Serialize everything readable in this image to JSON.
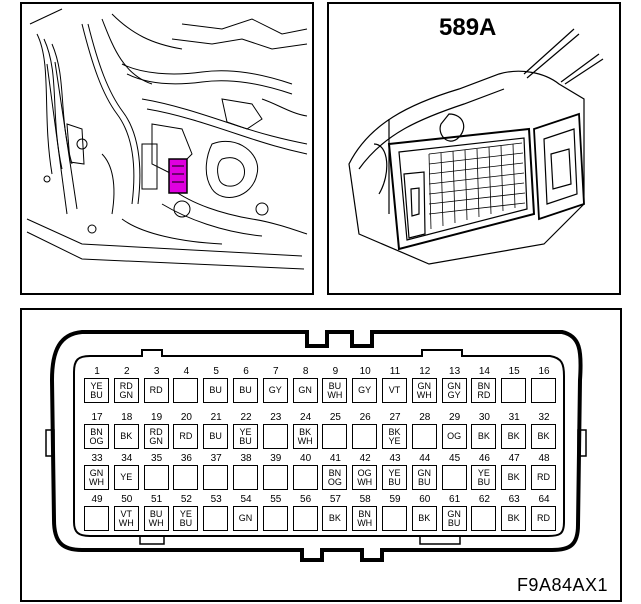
{
  "connector_title": "589A",
  "figure_code": "F9A84AX1",
  "highlight_color": "#e000e0",
  "rows": [
    {
      "pins": [
        {
          "num": "1",
          "wire": [
            "YE",
            "BU"
          ]
        },
        {
          "num": "2",
          "wire": [
            "RD",
            "GN"
          ]
        },
        {
          "num": "3",
          "wire": [
            "RD"
          ]
        },
        {
          "num": "4",
          "wire": []
        },
        {
          "num": "5",
          "wire": [
            "BU"
          ]
        },
        {
          "num": "6",
          "wire": [
            "BU"
          ]
        },
        {
          "num": "7",
          "wire": [
            "GY"
          ]
        },
        {
          "num": "8",
          "wire": [
            "GN"
          ]
        },
        {
          "num": "9",
          "wire": [
            "BU",
            "WH"
          ]
        },
        {
          "num": "10",
          "wire": [
            "GY"
          ]
        },
        {
          "num": "11",
          "wire": [
            "VT"
          ]
        },
        {
          "num": "12",
          "wire": [
            "GN",
            "WH"
          ]
        },
        {
          "num": "13",
          "wire": [
            "GN",
            "GY"
          ]
        },
        {
          "num": "14",
          "wire": [
            "BN",
            "RD"
          ]
        },
        {
          "num": "15",
          "wire": []
        },
        {
          "num": "16",
          "wire": []
        }
      ]
    },
    {
      "pins": [
        {
          "num": "17",
          "wire": [
            "BN",
            "OG"
          ]
        },
        {
          "num": "18",
          "wire": [
            "BK"
          ]
        },
        {
          "num": "19",
          "wire": [
            "RD",
            "GN"
          ]
        },
        {
          "num": "20",
          "wire": [
            "RD"
          ]
        },
        {
          "num": "21",
          "wire": [
            "BU"
          ]
        },
        {
          "num": "22",
          "wire": [
            "YE",
            "BU"
          ]
        },
        {
          "num": "23",
          "wire": []
        },
        {
          "num": "24",
          "wire": [
            "BK",
            "WH"
          ]
        },
        {
          "num": "25",
          "wire": []
        },
        {
          "num": "26",
          "wire": []
        },
        {
          "num": "27",
          "wire": [
            "BK",
            "YE"
          ]
        },
        {
          "num": "28",
          "wire": []
        },
        {
          "num": "29",
          "wire": [
            "OG"
          ]
        },
        {
          "num": "30",
          "wire": [
            "BK"
          ]
        },
        {
          "num": "31",
          "wire": [
            "BK"
          ]
        },
        {
          "num": "32",
          "wire": [
            "BK"
          ]
        }
      ]
    },
    {
      "pins": [
        {
          "num": "33",
          "wire": [
            "GN",
            "WH"
          ]
        },
        {
          "num": "34",
          "wire": [
            "YE"
          ]
        },
        {
          "num": "35",
          "wire": []
        },
        {
          "num": "36",
          "wire": []
        },
        {
          "num": "37",
          "wire": []
        },
        {
          "num": "38",
          "wire": []
        },
        {
          "num": "39",
          "wire": []
        },
        {
          "num": "40",
          "wire": []
        },
        {
          "num": "41",
          "wire": [
            "BN",
            "OG"
          ]
        },
        {
          "num": "42",
          "wire": [
            "OG",
            "WH"
          ]
        },
        {
          "num": "43",
          "wire": [
            "YE",
            "BU"
          ]
        },
        {
          "num": "44",
          "wire": [
            "GN",
            "BU"
          ]
        },
        {
          "num": "45",
          "wire": []
        },
        {
          "num": "46",
          "wire": [
            "YE",
            "BU"
          ]
        },
        {
          "num": "47",
          "wire": [
            "BK"
          ]
        },
        {
          "num": "48",
          "wire": [
            "RD"
          ]
        }
      ]
    },
    {
      "pins": [
        {
          "num": "49",
          "wire": []
        },
        {
          "num": "50",
          "wire": [
            "VT",
            "WH"
          ]
        },
        {
          "num": "51",
          "wire": [
            "BU",
            "WH"
          ]
        },
        {
          "num": "52",
          "wire": [
            "YE",
            "BU"
          ]
        },
        {
          "num": "53",
          "wire": []
        },
        {
          "num": "54",
          "wire": [
            "GN"
          ]
        },
        {
          "num": "55",
          "wire": []
        },
        {
          "num": "56",
          "wire": []
        },
        {
          "num": "57",
          "wire": [
            "BK"
          ]
        },
        {
          "num": "58",
          "wire": [
            "BN",
            "WH"
          ]
        },
        {
          "num": "59",
          "wire": []
        },
        {
          "num": "60",
          "wire": [
            "BK"
          ]
        },
        {
          "num": "61",
          "wire": [
            "GN",
            "BU"
          ]
        },
        {
          "num": "62",
          "wire": []
        },
        {
          "num": "63",
          "wire": [
            "BK"
          ]
        },
        {
          "num": "64",
          "wire": [
            "RD"
          ]
        }
      ]
    }
  ]
}
